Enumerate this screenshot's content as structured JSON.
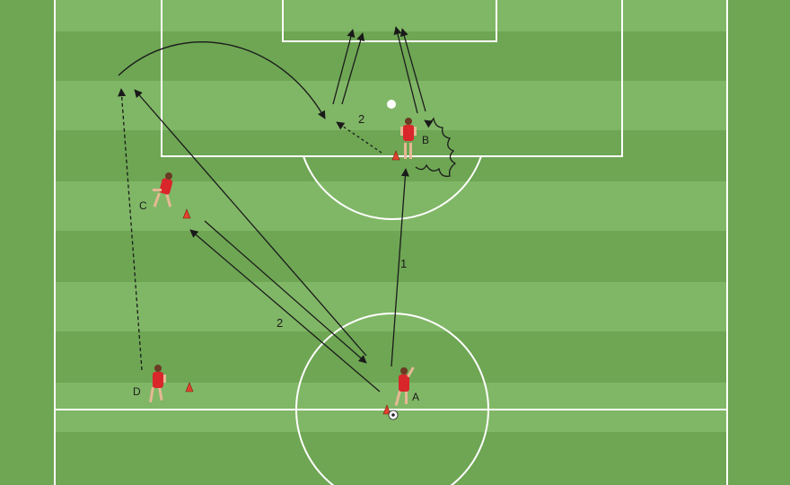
{
  "colors": {
    "stripe_light": "#80b766",
    "stripe_dark": "#6ea654",
    "lines": "#ffffff",
    "arrows": "#1a1a1a",
    "jersey": "#d8262a",
    "cone": "#e0432c"
  },
  "players": [
    {
      "id": "A",
      "label": "A"
    },
    {
      "id": "B",
      "label": "B"
    },
    {
      "id": "C",
      "label": "C"
    },
    {
      "id": "D",
      "label": "D"
    }
  ],
  "step_labels": {
    "one": "1",
    "two_pass": "2",
    "two_top": "2"
  },
  "icons": {
    "player": "player-figure-icon",
    "cone": "cone-icon",
    "ball": "ball-icon"
  }
}
